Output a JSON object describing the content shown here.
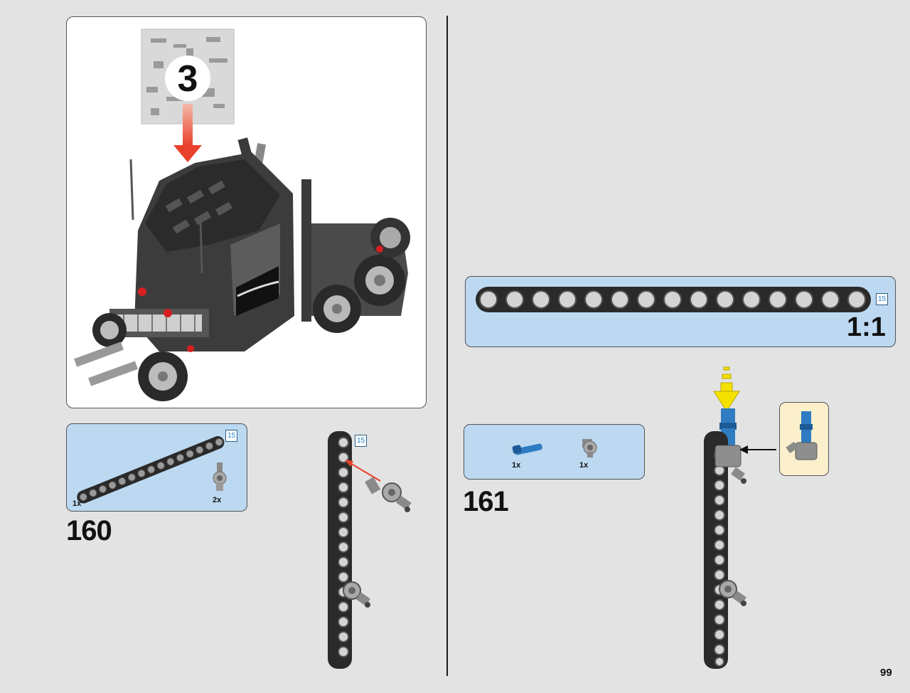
{
  "top_frame": {
    "bag_number": "3"
  },
  "step160": {
    "number": "160",
    "parts": [
      {
        "qty": "1x",
        "icon": "beam-15-icon"
      },
      {
        "qty": "2x",
        "icon": "connector-icon"
      }
    ],
    "beam_length": "15"
  },
  "step161": {
    "number": "161",
    "parts": [
      {
        "qty": "1x",
        "icon": "blue-axle-pin-icon"
      },
      {
        "qty": "1x",
        "icon": "connector-icon"
      }
    ],
    "beam_length": "15"
  },
  "ruler": {
    "length": "15",
    "scale": "1:1"
  },
  "page_number": "99",
  "colors": {
    "parts_bg": "#bcd9f1",
    "arrow_red": "#e8402a",
    "arrow_yellow": "#f5e100",
    "callout_bg": "#fbefcc",
    "blue_part": "#2f7cc2"
  }
}
